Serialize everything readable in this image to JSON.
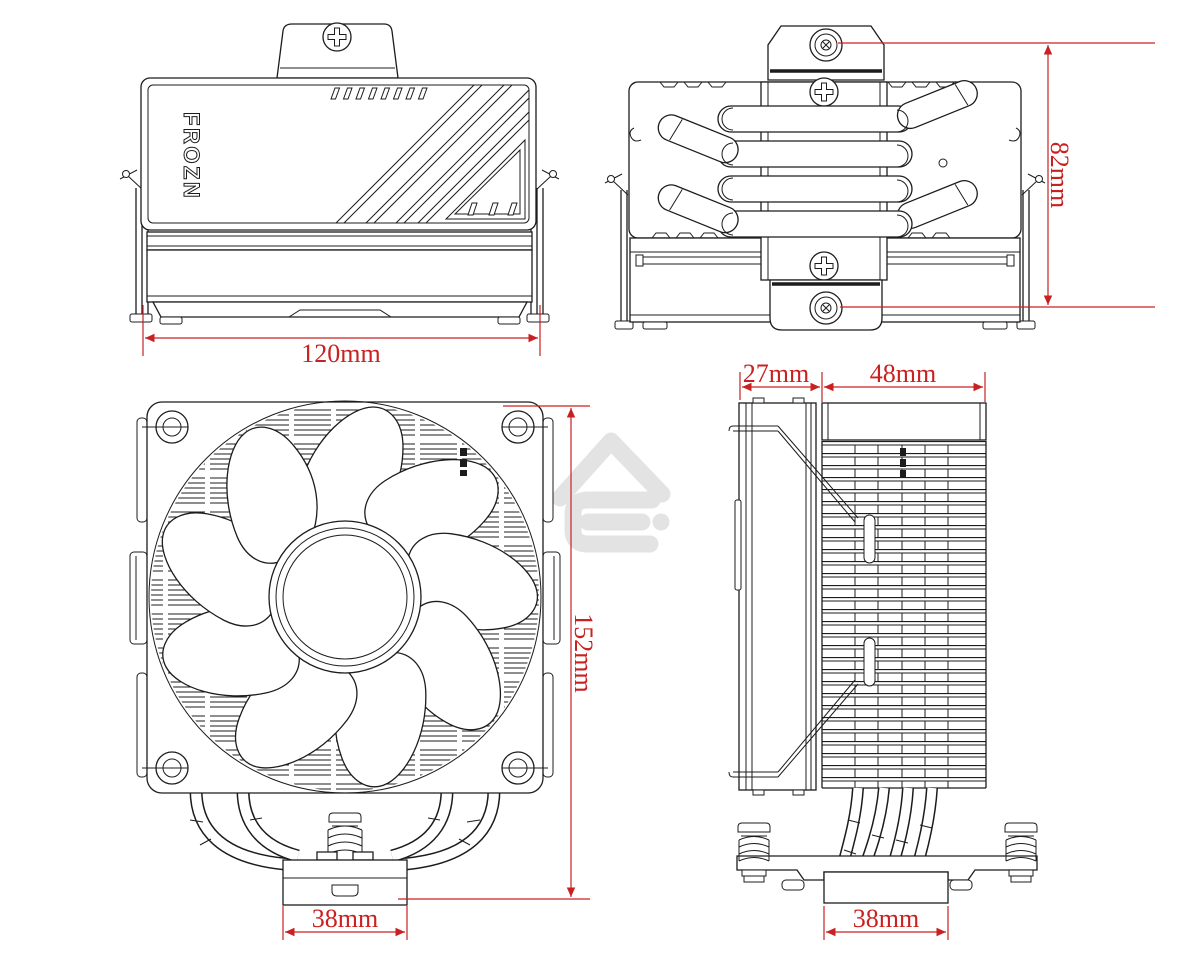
{
  "brand": {
    "logo_text": "FROZN"
  },
  "watermark": {
    "icon": "house-logo-watermark",
    "color": "#e3e3e3"
  },
  "colors": {
    "dimension_red": "#c92121",
    "line_black": "#1c1c1c",
    "background": "#ffffff"
  },
  "dimensions": {
    "top_view_width": "120mm",
    "top_view_depth": "82mm",
    "front_view_height": "152mm",
    "front_view_base_width": "38mm",
    "side_view_fan_thickness": "27mm",
    "side_view_heatsink_depth": "48mm",
    "side_view_base_width": "38mm"
  },
  "views": {
    "count": 4,
    "drawing_type": "orthographic line drawing of tower CPU air cooler with fan, heat pipes, fins and mounting brackets"
  }
}
